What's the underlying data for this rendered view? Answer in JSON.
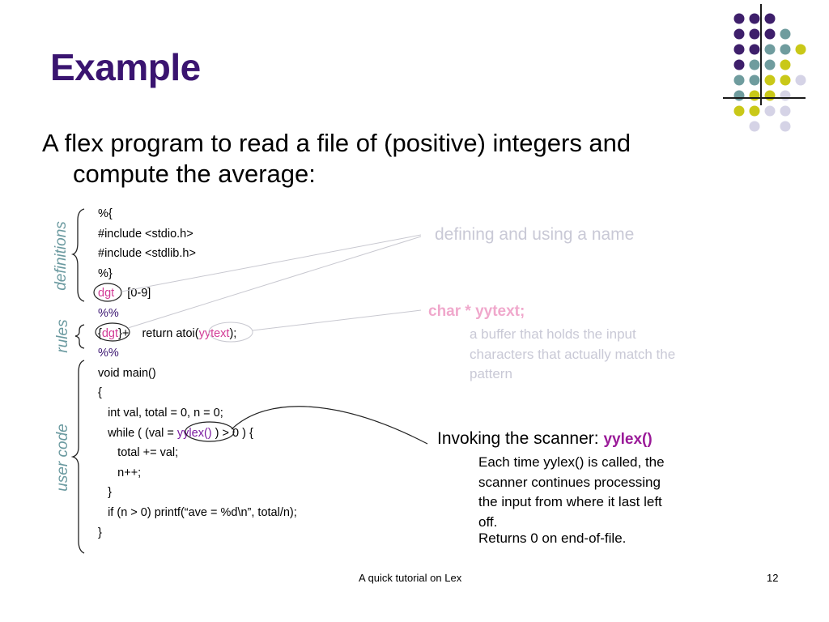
{
  "slide": {
    "title": "Example",
    "intro_line1": "A flex program to read a file of (positive) integers and",
    "intro_line2": "compute the average:"
  },
  "code": {
    "lines": [
      "%{",
      "#include <stdio.h>",
      "#include <stdlib.h>",
      "%}"
    ],
    "def_name": "dgt",
    "def_pattern": "[0-9]",
    "sep1": "%%",
    "rule_open": "{",
    "rule_name": "dgt",
    "rule_plus": "}+",
    "rule_action_prefix": "return atoi(",
    "rule_yytext": "yytext",
    "rule_action_suffix": ");",
    "sep2": "%%",
    "main_decl": "void main()",
    "brace_open": "{",
    "vars": "   int val, total = 0, n = 0;",
    "while_prefix": "   while ( (val = ",
    "while_yylex": "yylex()",
    "while_suffix": ") > 0 ) {",
    "total_line": "      total += val;",
    "n_line": "      n++;",
    "close_inner": "   }",
    "printf_line": "   if (n > 0) printf(“ave = %d\\n”, total/n);",
    "brace_close": "}"
  },
  "side_labels": {
    "definitions": "definitions",
    "rules": "rules",
    "user_code": "user code"
  },
  "notes": {
    "name_note": "defining and using a name",
    "yytext_heading": "char * yytext;",
    "yytext_body_1": "a buffer that holds the input",
    "yytext_body_2": "characters that actually match the",
    "yytext_body_3": "pattern",
    "yylex_heading": "Invoking the scanner: ",
    "yylex_heading_name": "yylex()",
    "yylex_body_1": "Each time yylex() is called, the",
    "yylex_body_2": "scanner continues processing",
    "yylex_body_3": "the input from where it last left",
    "yylex_body_4": "off.",
    "yylex_body_5": "Returns 0 on end-of-file."
  },
  "footer": {
    "text": "A quick tutorial on Lex",
    "page": "12"
  },
  "colors": {
    "title": "#3a1470",
    "highlight": "#d23b96",
    "side_label": "#6b9aa0",
    "dot_purple": "#3e1f6b",
    "dot_teal": "#6f9c9e",
    "dot_yellow": "#c9c818",
    "dot_lavender": "#d5d3e6"
  }
}
